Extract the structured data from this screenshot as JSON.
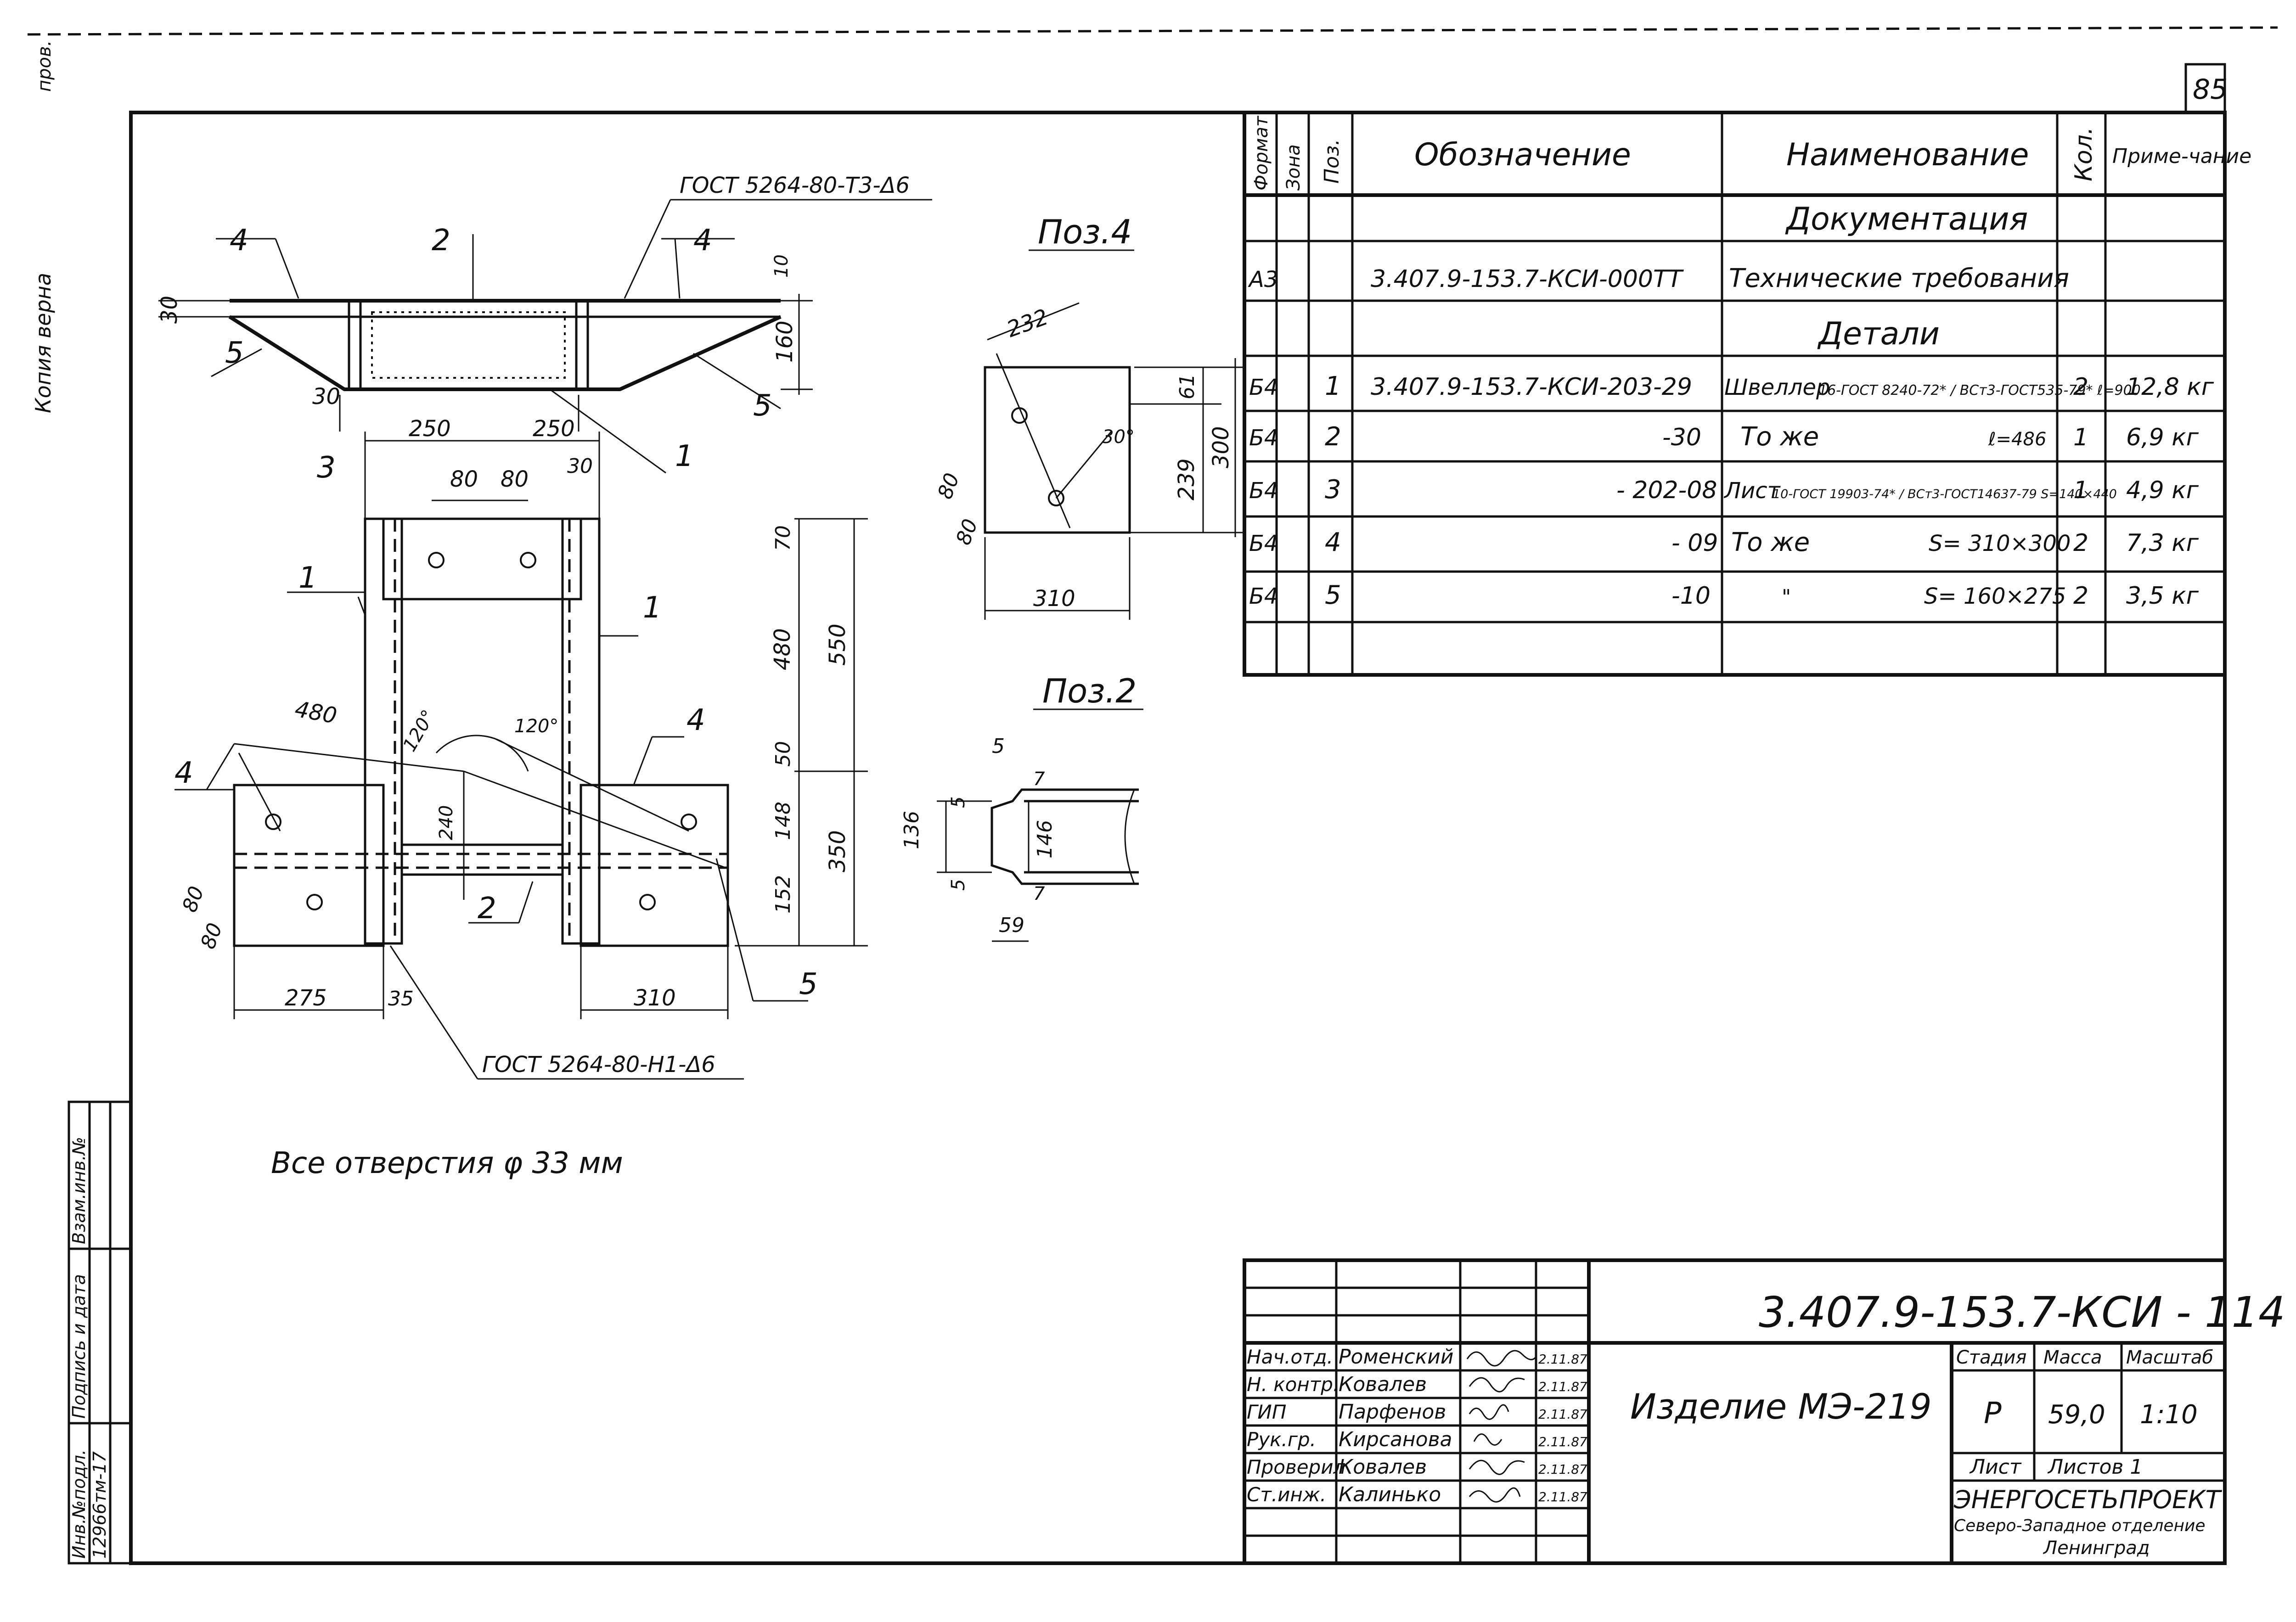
{
  "sheet_number": "85",
  "stamp_top_left": [
    "Копия верна",
    "пров."
  ],
  "section_titles": {
    "pos4": "Поз.4",
    "pos2": "Поз.2"
  },
  "weld_notes": {
    "top": "ГОСТ 5264-80-Т3-Δ6",
    "bottom": "ГОСТ 5264-80-Н1-Δ6"
  },
  "note_holes": "Все отверстия  φ 33 мм",
  "main_view": {
    "callouts": [
      "4",
      "2",
      "4",
      "5",
      "5",
      "1",
      "3",
      "1",
      "1",
      "4",
      "4",
      "2",
      "5"
    ],
    "dims": [
      "30",
      "10",
      "160",
      "30",
      "250",
      "250",
      "80",
      "80",
      "30",
      "70",
      "480",
      "550",
      "480",
      "120°",
      "120°",
      "50",
      "240",
      "148",
      "350",
      "152",
      "80",
      "80",
      "275",
      "35",
      "310"
    ]
  },
  "pos4_view": {
    "dims": [
      "232",
      "61",
      "300",
      "239",
      "30°",
      "80",
      "80",
      "310"
    ]
  },
  "pos2_view": {
    "dims": [
      "5",
      "136",
      "5",
      "146",
      "7",
      "5",
      "7",
      "59"
    ]
  },
  "spec_table": {
    "headers": [
      "Формат",
      "Зона",
      "Поз.",
      "Обозначение",
      "Наименование",
      "Кол.",
      "Приме-чание"
    ],
    "sections": {
      "docs": "Документация",
      "parts": "Детали"
    },
    "rows": [
      {
        "format": "А3",
        "zone": "",
        "pos": "",
        "designation": "3.407.9-153.7-КСИ-000ТТ",
        "name": "Технические требования",
        "extra": "",
        "qty": "",
        "note": ""
      },
      {
        "format": "Б4",
        "zone": "",
        "pos": "1",
        "designation": "3.407.9-153.7-КСИ-203-29",
        "name": "Швеллер",
        "extra": "16-ГОСТ 8240-72* / ВСт3-ГОСТ535-79* ℓ=900",
        "qty": "2",
        "note": "12,8 кг"
      },
      {
        "format": "Б4",
        "zone": "",
        "pos": "2",
        "designation": "-30",
        "name": "То же",
        "extra": "ℓ=486",
        "qty": "1",
        "note": "6,9 кг"
      },
      {
        "format": "Б4",
        "zone": "",
        "pos": "3",
        "designation": "- 202-08",
        "name": "Лист",
        "extra": "10-ГОСТ 19903-74* / ВСт3-ГОСТ14637-79  S=140×440",
        "qty": "1",
        "note": "4,9 кг"
      },
      {
        "format": "Б4",
        "zone": "",
        "pos": "4",
        "designation": "- 09",
        "name": "То же",
        "extra": "S= 310×300",
        "qty": "2",
        "note": "7,3 кг"
      },
      {
        "format": "Б4",
        "zone": "",
        "pos": "5",
        "designation": "-10",
        "name": "\"",
        "extra": "S= 160×275",
        "qty": "2",
        "note": "3,5 кг"
      }
    ]
  },
  "title_block": {
    "code": "3.407.9-153.7-КСИ - 114",
    "product": "Изделие  МЭ-219",
    "stage_label": "Стадия",
    "mass_label": "Масса",
    "scale_label": "Масштаб",
    "stage": "Р",
    "mass": "59,0",
    "scale": "1:10",
    "sheet_label": "Лист",
    "sheets_label": "Листов 1",
    "org": "ЭНЕРГОСЕТЬПРОЕКТ",
    "org_sub": "Северо-Западное отделение",
    "city": "Ленинград",
    "people": [
      {
        "role": "Нач.отд.",
        "name": "Роменский",
        "date": "2.11.87"
      },
      {
        "role": "Н. контр.",
        "name": "Ковалев",
        "date": "2.11.87"
      },
      {
        "role": "ГИП",
        "name": "Парфенов",
        "date": "2.11.87"
      },
      {
        "role": "Рук.гр.",
        "name": "Кирсанова",
        "date": "2.11.87"
      },
      {
        "role": "Проверил",
        "name": "Ковалев",
        "date": "2.11.87"
      },
      {
        "role": "Ст.инж.",
        "name": "Калинько",
        "date": "2.11.87"
      }
    ]
  },
  "left_stamp": {
    "labels": [
      "Инв.№подл.",
      "Подпись и дата",
      "Взам.инв.№"
    ],
    "inv_value": "12966тм-17"
  }
}
